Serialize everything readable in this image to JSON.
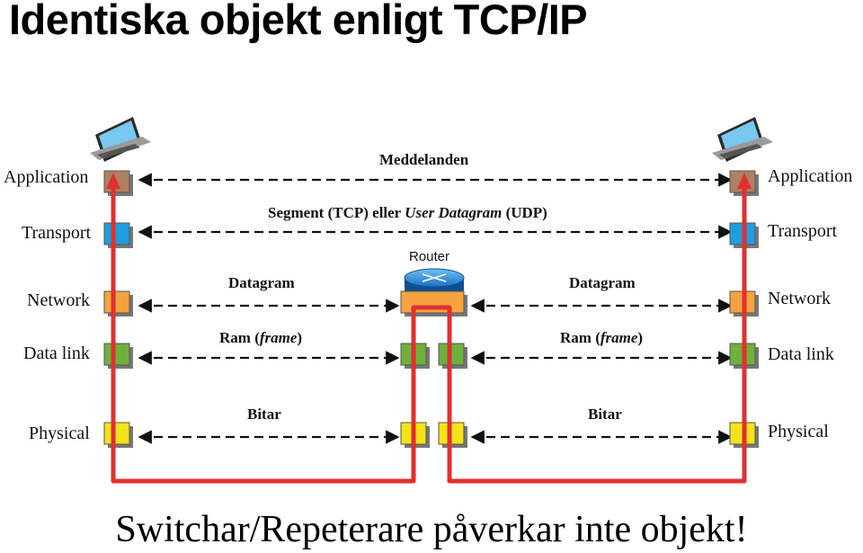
{
  "title": "Identiska objekt enligt TCP/IP",
  "layers": {
    "left": [
      "Application",
      "Transport",
      "Network",
      "Data link",
      "Physical"
    ],
    "right": [
      "Application",
      "Transport",
      "Network",
      "Data link",
      "Physical"
    ]
  },
  "pdu": {
    "messages": "Meddelanden",
    "segment_a": "Segment (TCP) eller ",
    "segment_b": "User Datagram",
    "segment_c": " (UDP)",
    "datagram_left": "Datagram",
    "datagram_right": "Datagram",
    "frame_left_a": "Ram (",
    "frame_left_b": "frame",
    "frame_left_c": ")",
    "frame_right_a": "Ram (",
    "frame_right_b": "frame",
    "frame_right_c": ")",
    "bits_left": "Bitar",
    "bits_right": "Bitar"
  },
  "router_label": "Router",
  "footer": "Switchar/Repeterare påverkar inte objekt!",
  "colors": {
    "application": "#b08060",
    "transport": "#1e9de0",
    "network": "#f4a340",
    "datalink": "#6fb03c",
    "physical": "#f4e21a",
    "path": "#e03030",
    "router": "#2a8ad8"
  }
}
